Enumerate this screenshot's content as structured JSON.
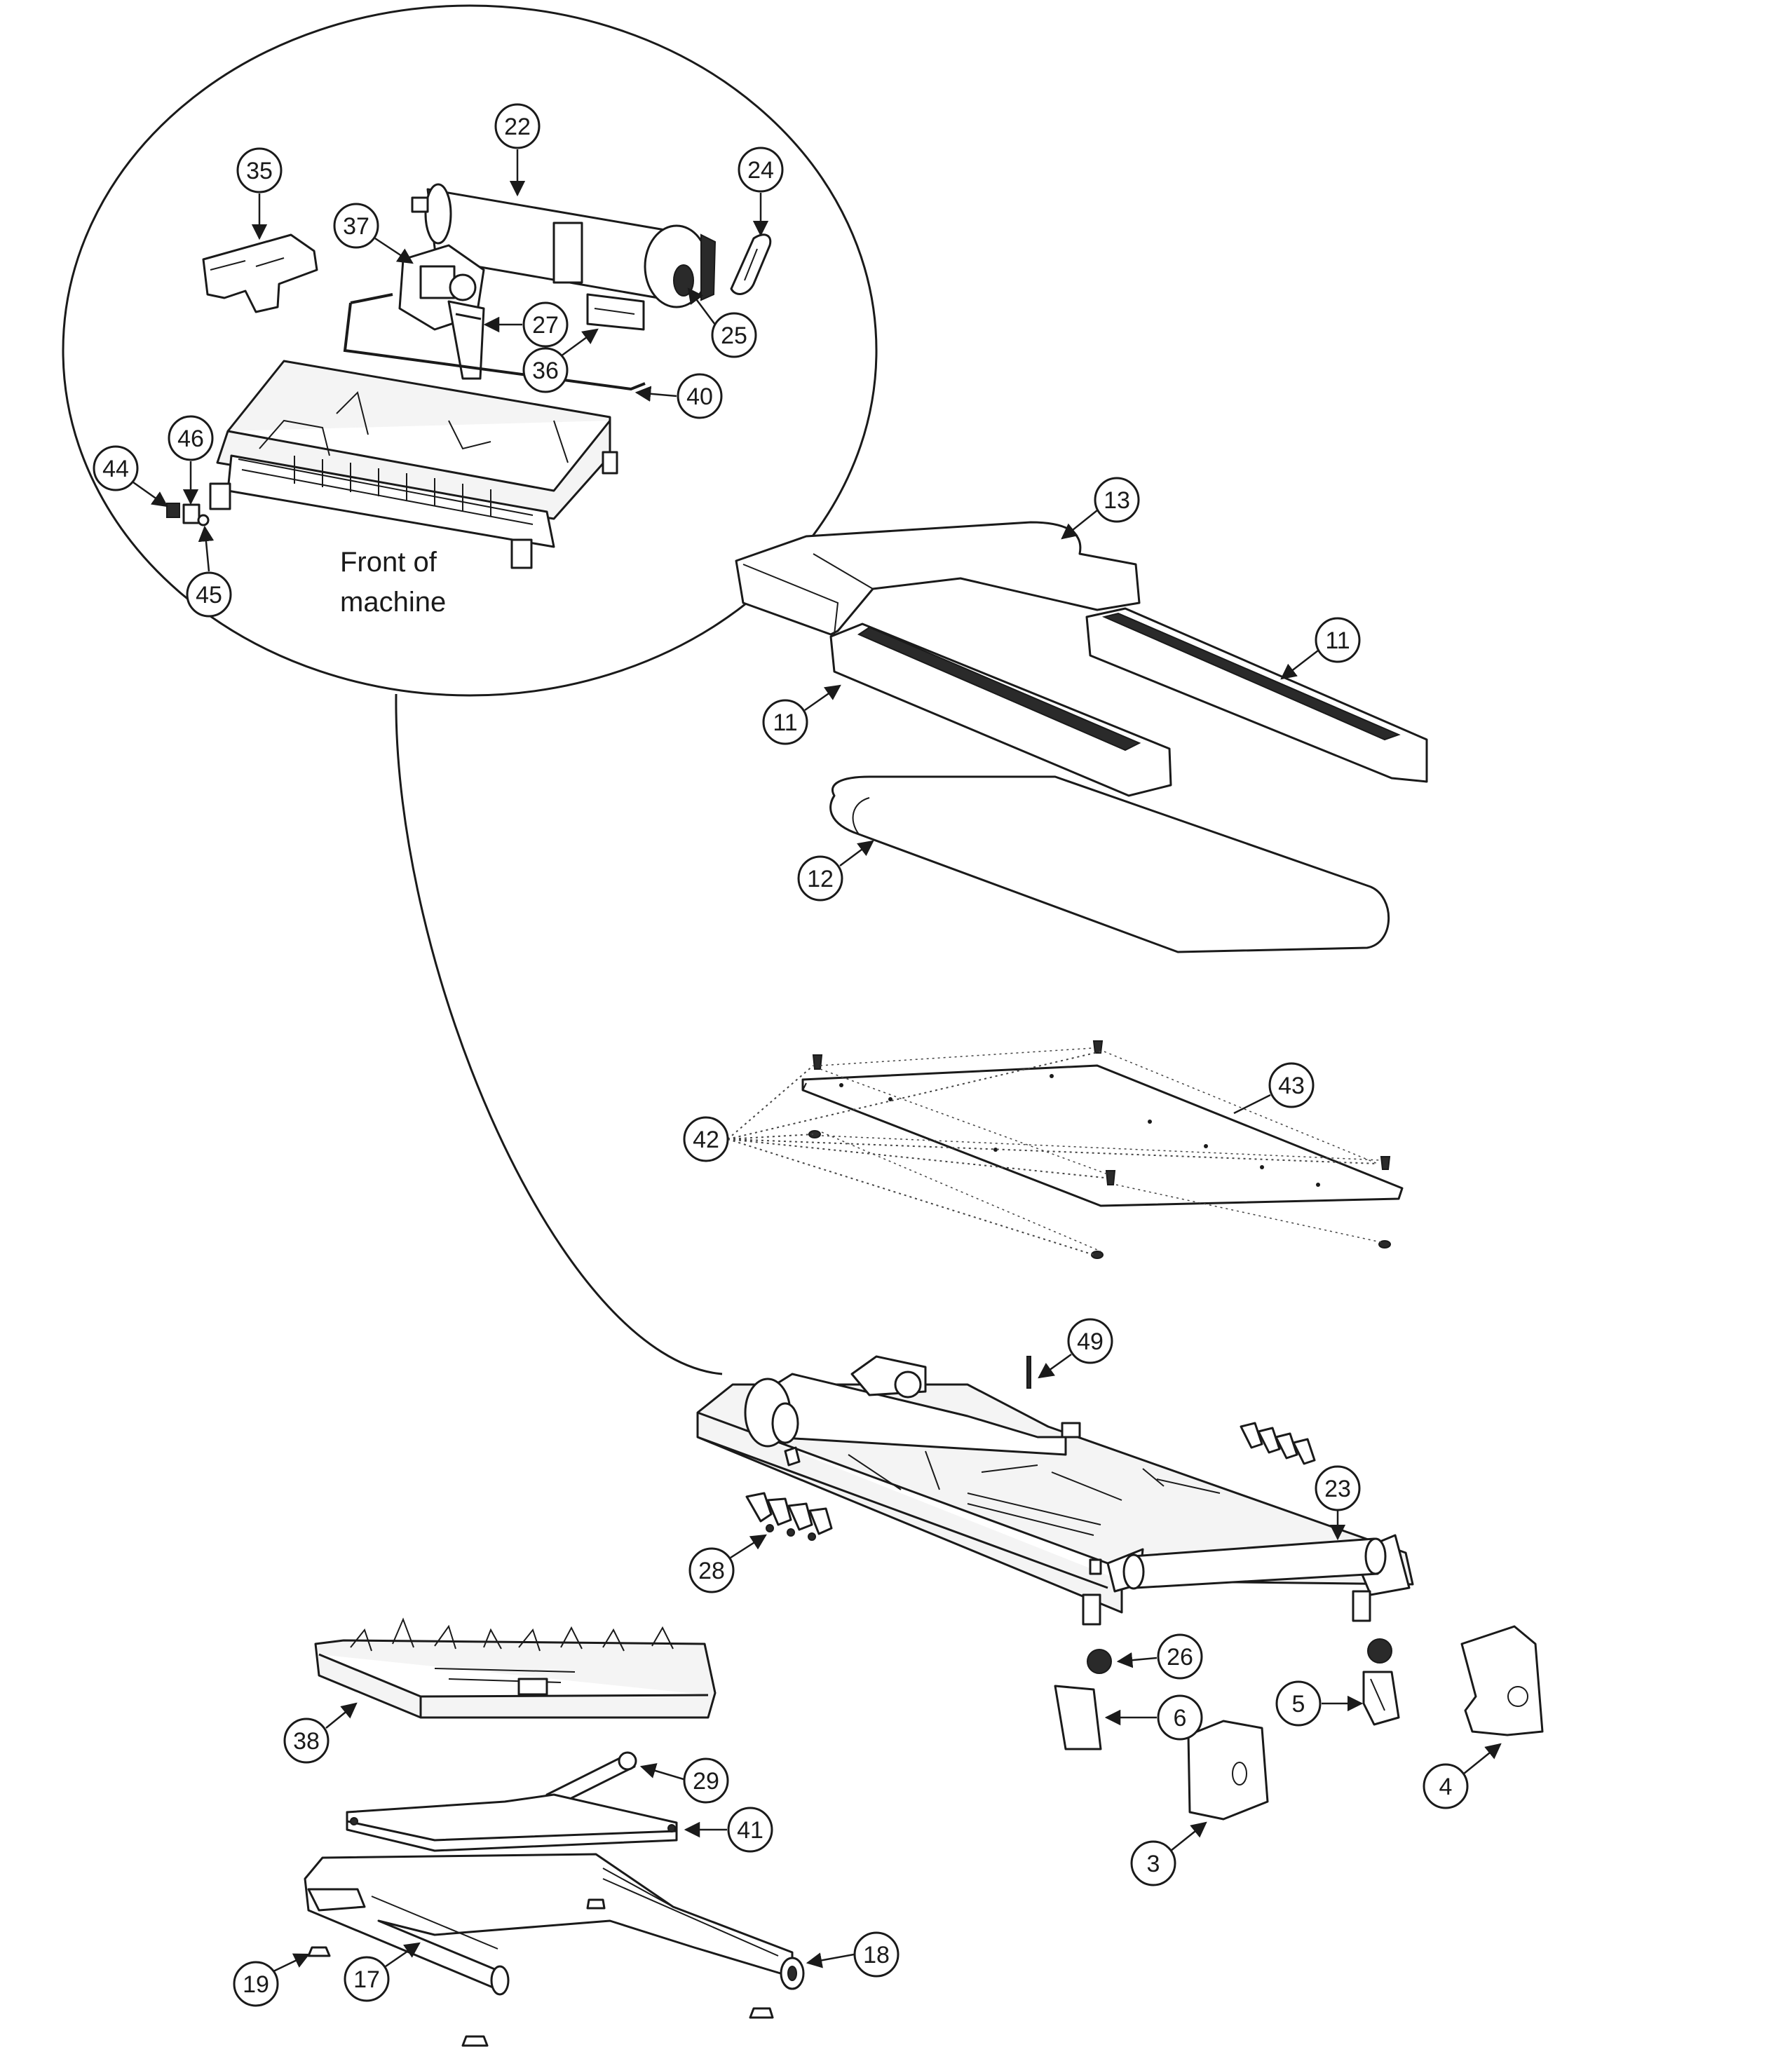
{
  "callouts": [
    "22",
    "35",
    "24",
    "37",
    "27",
    "25",
    "36",
    "40",
    "46",
    "44",
    "45",
    "13",
    "11",
    "11",
    "12",
    "43",
    "42",
    "49",
    "23",
    "28",
    "26",
    "38",
    "6",
    "5",
    "4",
    "29",
    "41",
    "3",
    "18",
    "19",
    "17"
  ],
  "note": {
    "line1": "Front of",
    "line2": "machine"
  },
  "colors": {
    "line": "#1a1a1a",
    "background": "#ffffff"
  }
}
